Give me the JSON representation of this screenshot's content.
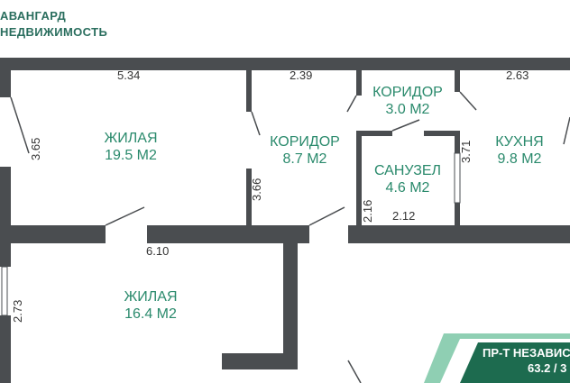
{
  "brand": {
    "line1": "АВАНГАРД",
    "line2": "НЕДВИЖИМОСТЬ"
  },
  "rooms": {
    "living1": {
      "name": "ЖИЛАЯ",
      "area": "19.5 М2"
    },
    "corridor1": {
      "name": "КОРИДОР",
      "area": "8.7 М2"
    },
    "corridor2": {
      "name": "КОРИДОР",
      "area": "3.0 М2"
    },
    "bathroom": {
      "name": "САНУЗЕЛ",
      "area": "4.6 М2"
    },
    "kitchen": {
      "name": "КУХНЯ",
      "area": "9.8 М2"
    },
    "living2": {
      "name": "ЖИЛАЯ",
      "area": "16.4 М2"
    }
  },
  "dimensions": {
    "living1_width": "5.34",
    "living1_height": "3.65",
    "corridor1_width": "2.39",
    "corridor1_height": "3.66",
    "kitchen_width": "2.63",
    "kitchen_height": "3.71",
    "bath_height": "2.16",
    "bath_width": "2.12",
    "living2_width": "6.10",
    "living2_height": "2.73"
  },
  "banner": {
    "line1": "ПР-Т НЕЗАВИС",
    "line2": "63.2 / 3"
  },
  "colors": {
    "wall": "#4a4d50",
    "label": "#2a8a6c",
    "brand": "#2a6e5e",
    "banner": "#1d6b4f"
  }
}
